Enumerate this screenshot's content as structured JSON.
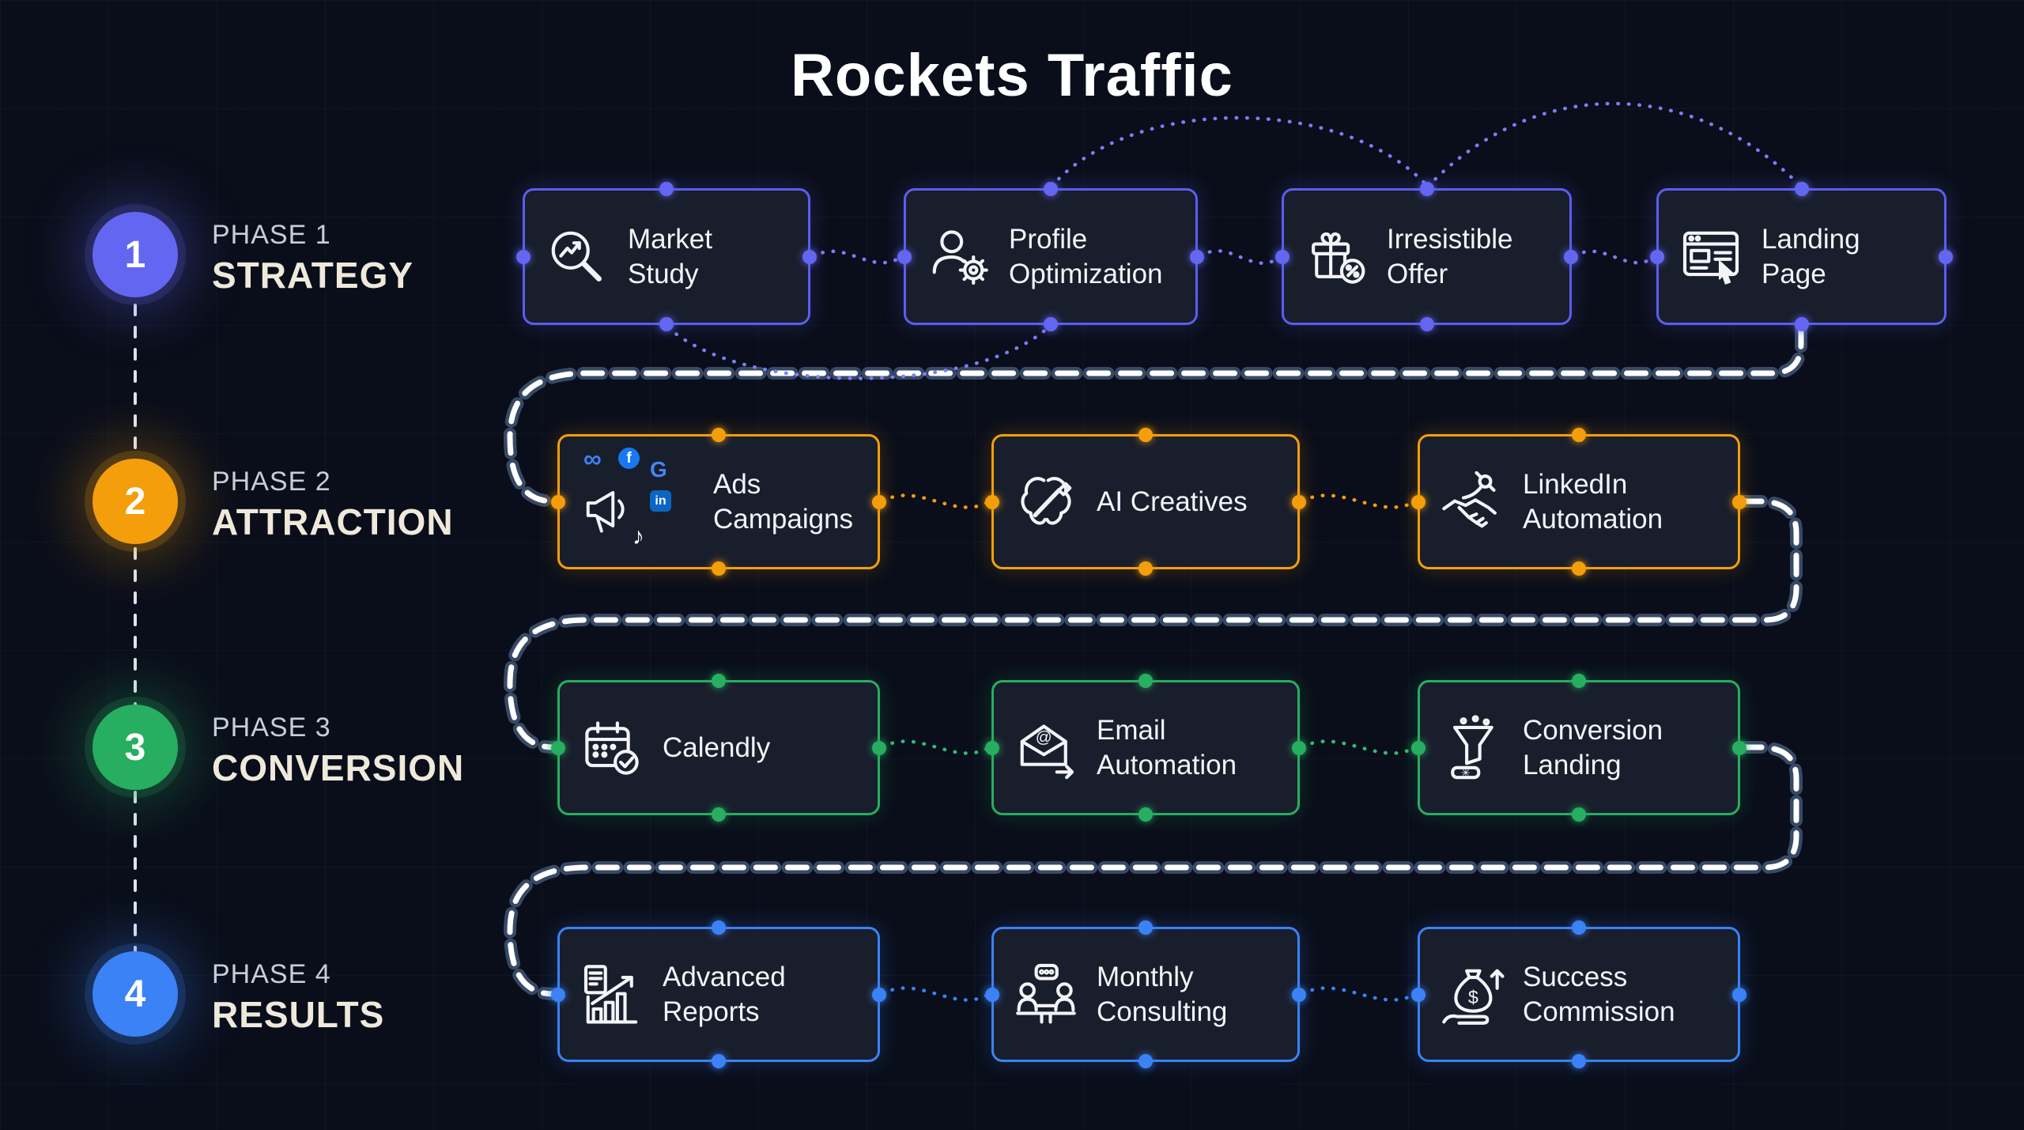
{
  "title": "Rockets Traffic",
  "phases": [
    {
      "number": "1",
      "label": "PHASE 1",
      "name": "STRATEGY",
      "color": "#6366f1"
    },
    {
      "number": "2",
      "label": "PHASE 2",
      "name": "ATTRACTION",
      "color": "#f59e0b"
    },
    {
      "number": "3",
      "label": "PHASE 3",
      "name": "CONVERSION",
      "color": "#27ae60"
    },
    {
      "number": "4",
      "label": "PHASE 4",
      "name": "RESULTS",
      "color": "#3b82f6"
    }
  ],
  "rows": [
    {
      "phase": "STRATEGY",
      "color": "#5a5ef0",
      "items": [
        {
          "label": "Market Study",
          "icon": "market-study-icon"
        },
        {
          "label": "Profile Optimization",
          "icon": "profile-optimization-icon"
        },
        {
          "label": "Irresistible Offer",
          "icon": "irresistible-offer-icon"
        },
        {
          "label": "Landing Page",
          "icon": "landing-page-icon"
        }
      ]
    },
    {
      "phase": "ATTRACTION",
      "color": "#f59e0b",
      "items": [
        {
          "label": "Ads Campaigns",
          "icon": "ads-campaigns-icon",
          "social_icons": [
            "meta",
            "facebook",
            "google",
            "linkedin",
            "tiktok"
          ]
        },
        {
          "label": "AI Creatives",
          "icon": "ai-creatives-icon"
        },
        {
          "label": "LinkedIn Automation",
          "icon": "linkedin-automation-icon"
        }
      ]
    },
    {
      "phase": "CONVERSION",
      "color": "#27ae60",
      "items": [
        {
          "label": "Calendly",
          "icon": "calendly-icon"
        },
        {
          "label": "Email Automation",
          "icon": "email-automation-icon"
        },
        {
          "label": "Conversion Landing",
          "icon": "conversion-landing-icon"
        }
      ]
    },
    {
      "phase": "RESULTS",
      "color": "#3b82f6",
      "items": [
        {
          "label": "Advanced Reports",
          "icon": "advanced-reports-icon"
        },
        {
          "label": "Monthly Consulting",
          "icon": "monthly-consulting-icon"
        },
        {
          "label": "Success Commission",
          "icon": "success-commission-icon"
        }
      ]
    },
    {
      "social_glyphs": {
        "meta": "∞",
        "facebook": "f",
        "google": "G",
        "linkedin": "in",
        "tiktok": "♪"
      }
    }
  ]
}
